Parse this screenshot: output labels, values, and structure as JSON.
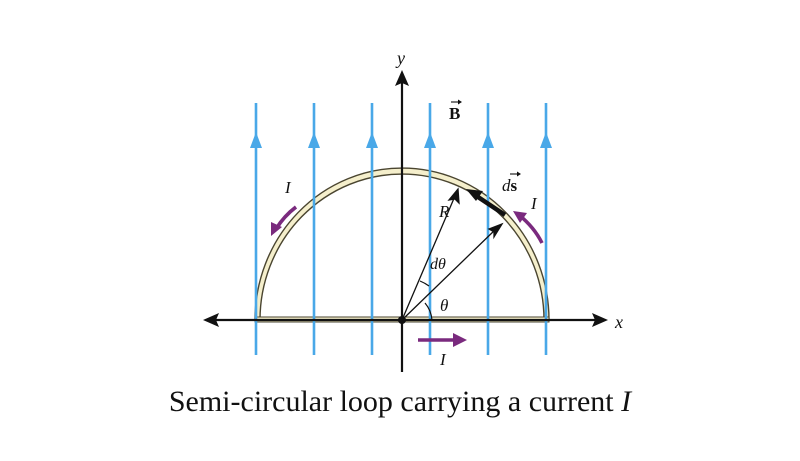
{
  "colors": {
    "field_lines": "#49a8e8",
    "loop_fill": "#f5efcc",
    "loop_stroke": "#4a4530",
    "current_arrows": "#7a2a7e",
    "axes": "#111111"
  },
  "labels": {
    "y_axis": "y",
    "x_axis": "x",
    "field": "B",
    "radius": "R",
    "angle": "θ",
    "d_angle": "dθ",
    "ds_d": "d",
    "ds_s": "s",
    "current_left": "I",
    "current_right": "I",
    "current_bottom": "I"
  },
  "caption": {
    "text": "Semi-circular loop carrying a current ",
    "symbol": "I"
  }
}
